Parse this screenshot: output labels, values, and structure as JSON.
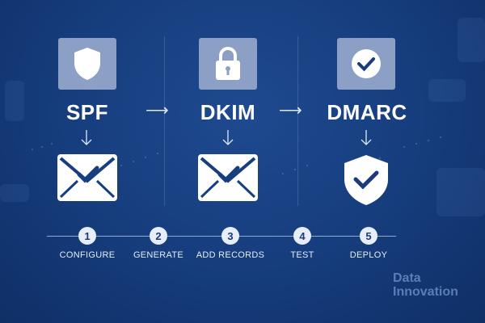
{
  "columns": [
    {
      "title": "SPF",
      "tile_icon": "shield-icon",
      "bottom_icon": "envelope-check-icon"
    },
    {
      "title": "DKIM",
      "tile_icon": "lock-icon",
      "bottom_icon": "envelope-check-icon"
    },
    {
      "title": "DMARC",
      "tile_icon": "check-circle-icon",
      "bottom_icon": "shield-check-icon"
    }
  ],
  "steps": [
    {
      "number": "1",
      "label": "CONFIGURE"
    },
    {
      "number": "2",
      "label": "GENERATE"
    },
    {
      "number": "3",
      "label": "ADD RECORDS"
    },
    {
      "number": "4",
      "label": "TEST"
    },
    {
      "number": "5",
      "label": "DEPLOY"
    }
  ],
  "brand": {
    "line1": "Data",
    "line2": "Innovation"
  },
  "colors": {
    "background": "#173f80",
    "tile": "#8c9fc4",
    "icon": "#ffffff",
    "accent": "#1a3c78"
  }
}
